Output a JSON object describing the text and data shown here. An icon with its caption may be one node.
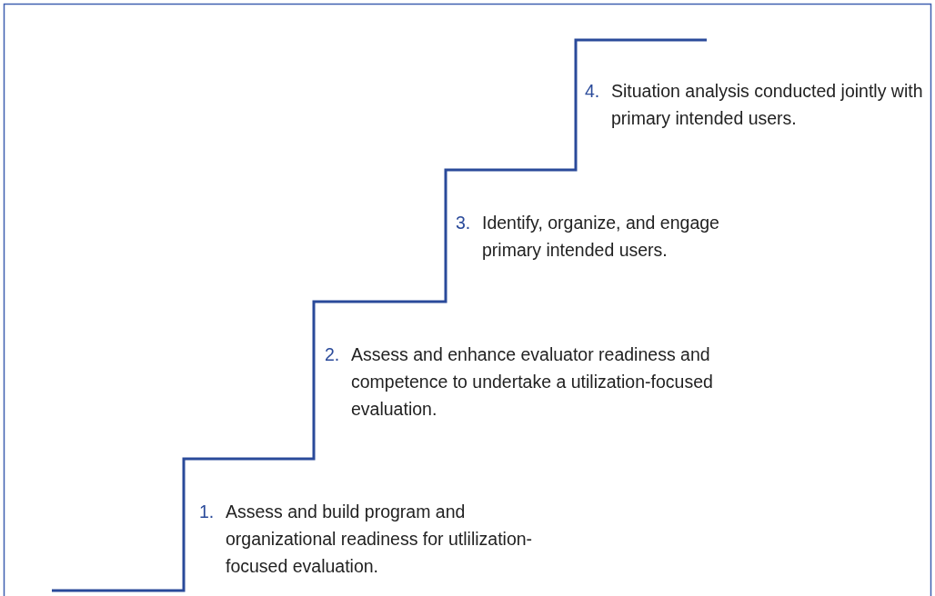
{
  "diagram": {
    "labels": [
      "4.",
      "Situation analysis conducted jointly with primary intended users.",
      "3.",
      "Identify, organize, and engage primary intended users.",
      "2.",
      "Assess and enhance evaluator readiness and competence to undertake a utilization-focused evaluation.",
      "1.",
      "Assess and build program and organizational readiness for utlilization-focused evaluation."
    ]
  }
}
